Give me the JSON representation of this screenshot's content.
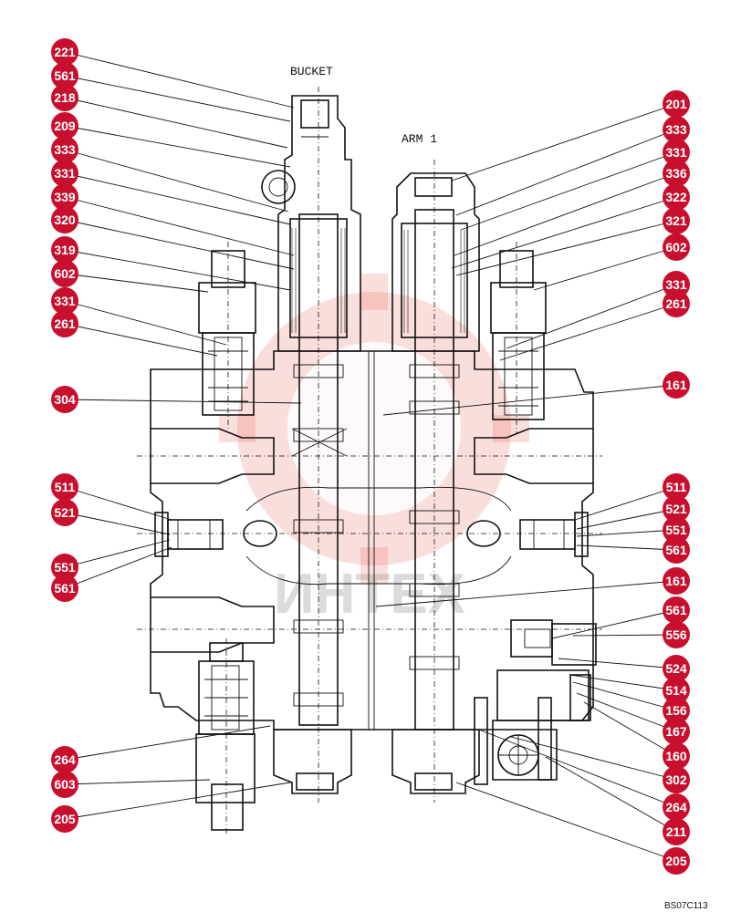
{
  "labels": {
    "bucket": "BUCKET",
    "arm": "ARM 1",
    "reference": "BS07C113",
    "watermark": "ИНТЕХ"
  },
  "callouts_left": [
    "221",
    "561",
    "218",
    "209",
    "333",
    "331",
    "339",
    "320",
    "319",
    "602",
    "331",
    "261",
    "304",
    "511",
    "521",
    "551",
    "561",
    "264",
    "603",
    "205"
  ],
  "callouts_right": [
    "201",
    "333",
    "331",
    "336",
    "322",
    "321",
    "602",
    "331",
    "261",
    "161",
    "511",
    "521",
    "551",
    "561",
    "161",
    "561",
    "556",
    "524",
    "514",
    "156",
    "167",
    "160",
    "302",
    "264",
    "211",
    "205"
  ],
  "colors": {
    "callout": "#c8102e",
    "watermark": "#e64a3c",
    "lines": "#111111"
  }
}
